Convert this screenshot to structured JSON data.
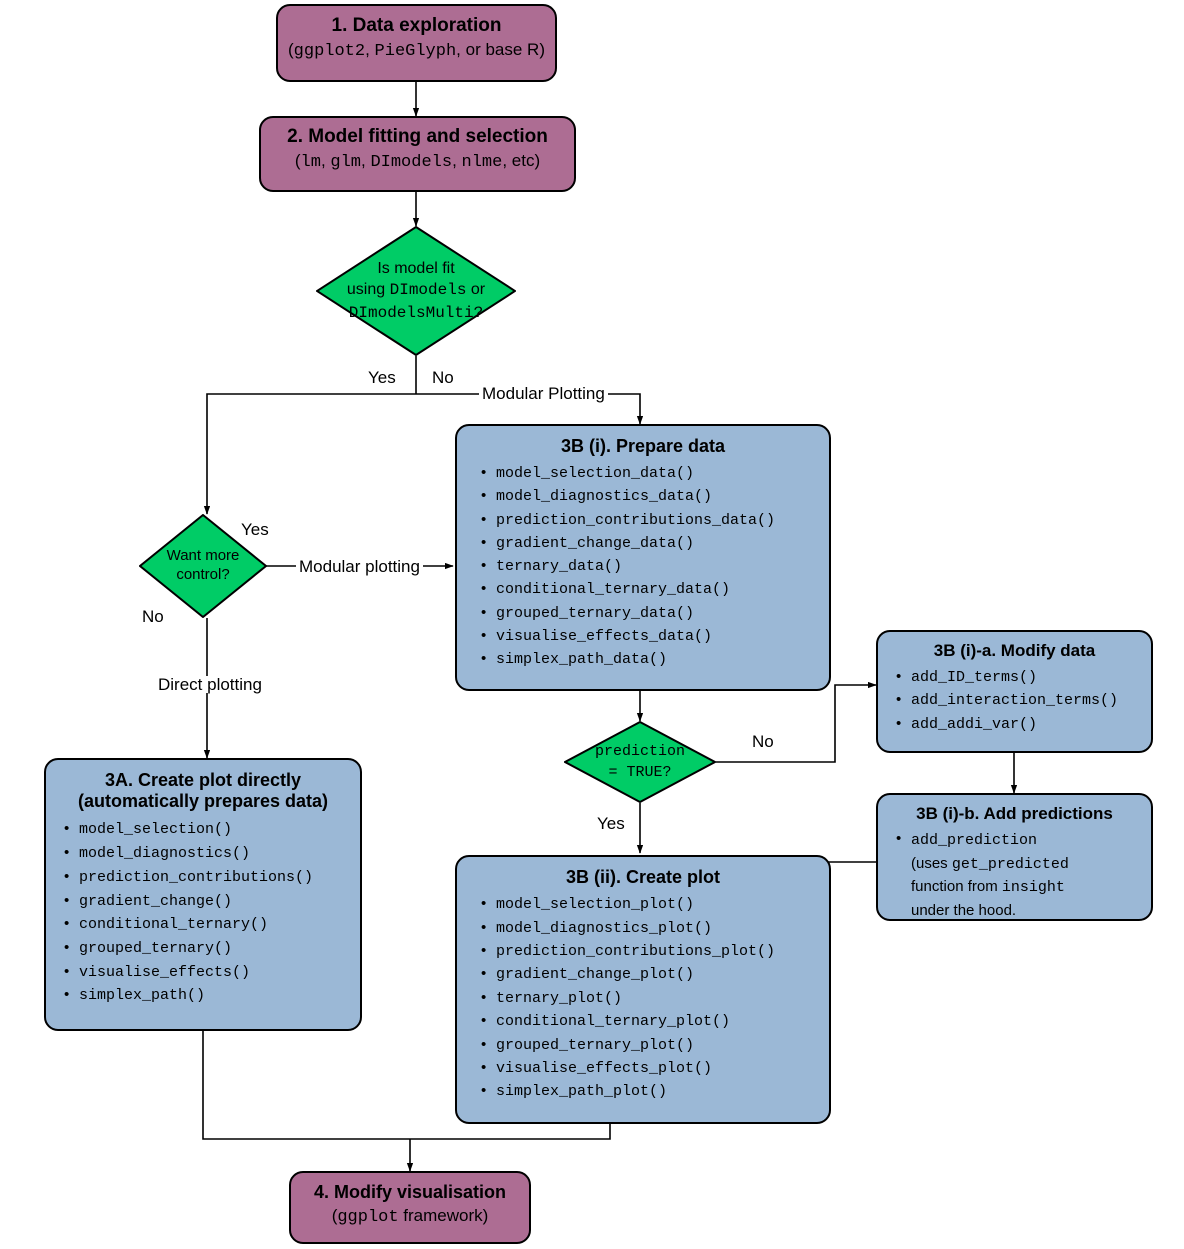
{
  "diagram": {
    "title": "DImodelsVis workflow flowchart",
    "colors": {
      "process_purple": "#ad6d93",
      "process_blue": "#9bb8d6",
      "decision_green": "#00cc66",
      "stroke": "#000000",
      "background": "#ffffff"
    }
  },
  "nodes": {
    "step1": {
      "title": "1. Data exploration",
      "subtitle_open": "(",
      "subtitle_a": "ggplot2",
      "subtitle_sep1": ", ",
      "subtitle_b": "PieGlyph",
      "subtitle_sep2": ", or base R)"
    },
    "step2": {
      "title": "2. Model fitting and selection",
      "subtitle_open": "(",
      "subtitle_a": "lm",
      "subtitle_sep1": ", ",
      "subtitle_b": "glm",
      "subtitle_sep2": ", ",
      "subtitle_c": "DImodels",
      "subtitle_sep3": ", ",
      "subtitle_d": "nlme",
      "subtitle_sep4": ", etc)"
    },
    "decision_model_fit": {
      "line1": "Is model fit",
      "line2_a": "using ",
      "line2_b": "DImodels",
      "line2_c": " or",
      "line3_a": "DImodelsMulti",
      "line3_b": "?"
    },
    "decision_more_control": {
      "line1": "Want more",
      "line2": "control?"
    },
    "decision_prediction": {
      "line1": "prediction",
      "line2": "= TRUE?"
    },
    "step3a": {
      "title_line1": "3A. Create plot directly",
      "title_line2": "(automatically prepares data)",
      "items": [
        "model_selection()",
        "model_diagnostics()",
        "prediction_contributions()",
        "gradient_change()",
        "conditional_ternary()",
        "grouped_ternary()",
        "visualise_effects()",
        "simplex_path()"
      ]
    },
    "step3b_i": {
      "title": "3B (i). Prepare data",
      "items": [
        "model_selection_data()",
        "model_diagnostics_data()",
        "prediction_contributions_data()",
        "gradient_change_data()",
        "ternary_data()",
        "conditional_ternary_data()",
        "grouped_ternary_data()",
        "visualise_effects_data()",
        "simplex_path_data()"
      ]
    },
    "step3b_ii": {
      "title": "3B (ii). Create plot",
      "items": [
        "model_selection_plot()",
        "model_diagnostics_plot()",
        "prediction_contributions_plot()",
        "gradient_change_plot()",
        "ternary_plot()",
        "conditional_ternary_plot()",
        "grouped_ternary_plot()",
        "visualise_effects_plot()",
        "simplex_path_plot()"
      ]
    },
    "step3b_i_a": {
      "title": "3B (i)-a. Modify data",
      "items": [
        "add_ID_terms()",
        "add_interaction_terms()",
        "add_addi_var()"
      ]
    },
    "step3b_i_b": {
      "title": "3B (i)-b. Add predictions",
      "item_a": "add_prediction",
      "item_b": "(uses ",
      "item_c": "get_predicted",
      "item_d": "function from ",
      "item_e": "insight",
      "item_f": "under the hood."
    },
    "step4": {
      "title": "4. Modify visualisation",
      "subtitle_open": "(",
      "subtitle_a": "ggplot",
      "subtitle_sep1": " framework)"
    }
  },
  "edge_labels": {
    "yes_model_fit": "Yes",
    "no_model_fit": "No",
    "modular_plotting_top": "Modular Plotting",
    "yes_more_control": "Yes",
    "no_more_control": "No",
    "modular_plotting_side": "Modular plotting",
    "direct_plotting": "Direct plotting",
    "no_prediction": "No",
    "yes_prediction": "Yes"
  }
}
